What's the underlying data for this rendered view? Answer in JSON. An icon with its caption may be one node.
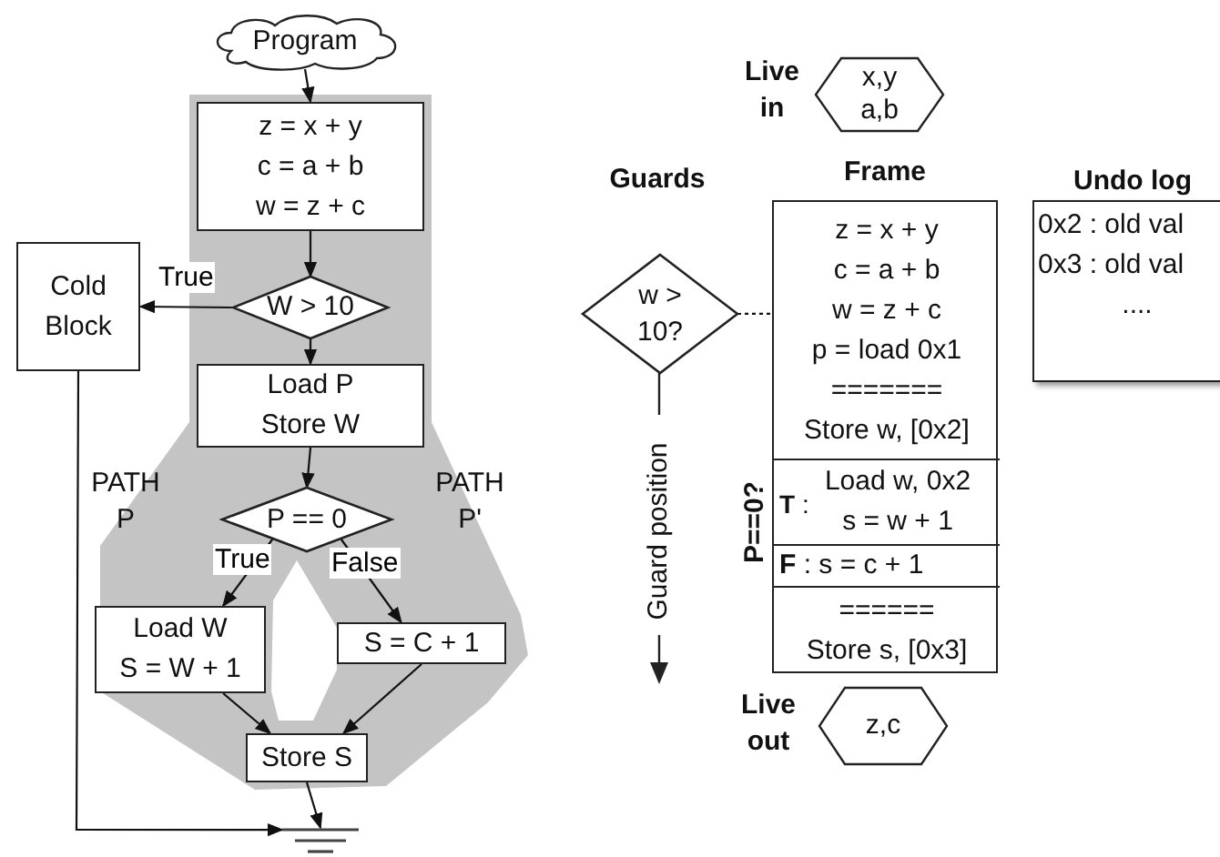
{
  "diagram": {
    "nodes": [
      {
        "text": [
          "Program"
        ]
      },
      {
        "text": [
          "z = x + y",
          "c = a + b",
          "w = z + c"
        ]
      },
      {
        "text": [
          "Cold Block"
        ]
      },
      {
        "text": [
          "W > 10"
        ]
      },
      {
        "text": [
          "Load P",
          "Store W"
        ]
      },
      {
        "text": [
          "P == 0"
        ]
      },
      {
        "text": [
          "Load W",
          "S = W + 1"
        ]
      },
      {
        "text": [
          "S = C + 1"
        ]
      },
      {
        "text": [
          "Store S"
        ]
      },
      {
        "text": [],
        "shape": "ground"
      },
      {
        "text": [
          "x,y",
          "a,b"
        ],
        "beside": [
          "Live in"
        ]
      },
      {
        "text": [
          "w > 10?"
        ]
      },
      {
        "text": [],
        "shape": "box"
      },
      {
        "text": [
          "z = x + y",
          "c = a + b",
          "w = z + c",
          "p = load 0x1",
          "=======",
          "Store w, [0x2]"
        ],
        "in": 12
      },
      {
        "text": [
          "**T** :",
          "Load w, 0x2",
          "s = w + 1"
        ],
        "in": 12
      },
      {
        "text": [
          "**F** : s = c + 1"
        ],
        "in": 12
      },
      {
        "text": [
          "======",
          "Store s, [0x3]"
        ],
        "in": 12
      },
      {
        "text": [
          "0x2 : old val",
          "0x3 : old val",
          "...."
        ]
      },
      {
        "text": [
          "z,c"
        ],
        "beside": [
          "Live out"
        ]
      }
    ],
    "edges": [
      {
        "from": 0,
        "to": 1,
        "arrow": "to"
      },
      {
        "from": 1,
        "to": 3,
        "arrow": "to"
      },
      {
        "from": 3,
        "to": 2,
        "arrow": "to",
        "label": "True"
      },
      {
        "from": 3,
        "to": 4,
        "arrow": "to"
      },
      {
        "from": 4,
        "to": 5,
        "arrow": "to"
      },
      {
        "from": 5,
        "to": 6,
        "arrow": "to",
        "label": "True"
      },
      {
        "from": 5,
        "to": 7,
        "arrow": "to",
        "label": "False"
      },
      {
        "from": 6,
        "to": 8,
        "arrow": "to"
      },
      {
        "from": 7,
        "to": 8,
        "arrow": "to"
      },
      {
        "from": 8,
        "to": 9,
        "arrow": "to"
      },
      {
        "from": 2,
        "to": 9,
        "arrow": "to"
      },
      {
        "from": 11,
        "to": 12,
        "arrow": "none",
        "style": "dashed"
      }
    ],
    "labels": [
      "PATH P",
      "PATH P'",
      "Guards",
      "Frame",
      "Undo log",
      "P==0?",
      "Guard position"
    ]
  }
}
